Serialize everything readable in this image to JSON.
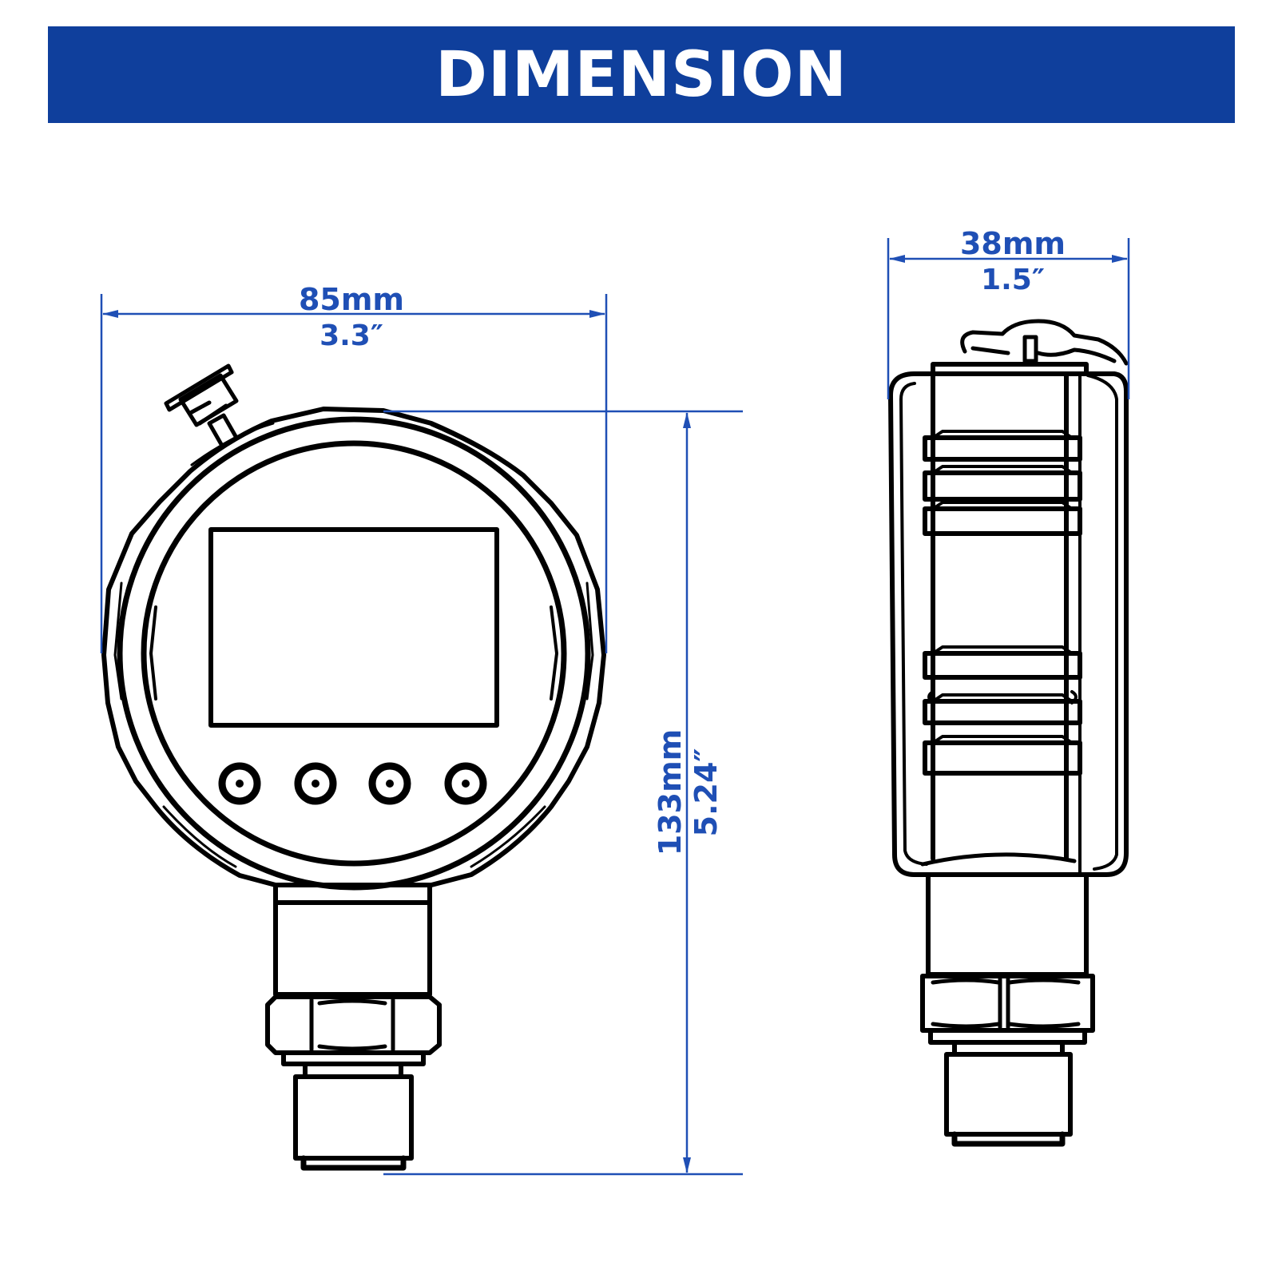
{
  "header": {
    "title": "DIMENSION"
  },
  "colors": {
    "banner": "#0f3f9c",
    "dimension": "#1f4fb5",
    "outline": "#000000"
  },
  "front_view": {
    "width_mm": "85mm",
    "width_in": "3.3″",
    "height_mm": "133mm",
    "height_in": "5.24″",
    "button_count": 4
  },
  "side_view": {
    "width_mm": "38mm",
    "width_in": "1.5″"
  }
}
